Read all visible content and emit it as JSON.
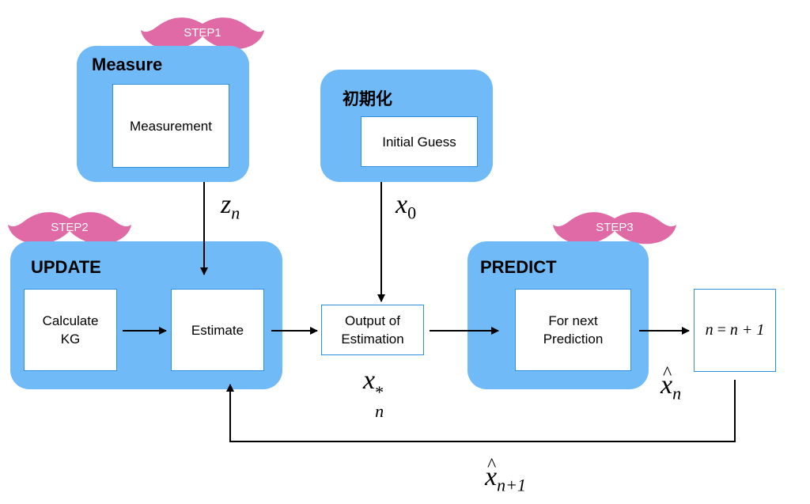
{
  "steps": {
    "step1": "STEP1",
    "step2": "STEP2",
    "step3": "STEP3"
  },
  "measure": {
    "title": "Measure",
    "box": "Measurement"
  },
  "init": {
    "title": "初期化",
    "box": "Initial Guess"
  },
  "update": {
    "title": "UPDATE",
    "calc": "Calculate\nKG",
    "estimate": "Estimate"
  },
  "output": {
    "box": "Output of\nEstimation"
  },
  "predict": {
    "title": "PREDICT",
    "box": "For next\nPrediction"
  },
  "counter": {
    "lhs": "n",
    "eq": "=",
    "rhs": "n + 1"
  },
  "symbols": {
    "z_base": "z",
    "z_sub": "n",
    "x0_base": "x",
    "x0_sub": "0",
    "xstar_base": "x",
    "xstar_sub": "n",
    "xstar_sup": "*",
    "xhat_base": "x",
    "xhat_sub": "n",
    "xhat_next_base": "x",
    "xhat_next_sub": "n+1"
  },
  "colors": {
    "panel": "#6fbaf7",
    "mustache": "#e06aa6",
    "box_border": "#2f8fe0"
  },
  "icons": [
    "mustache-icon",
    "arrow-right-icon",
    "arrow-down-icon",
    "arrow-up-icon"
  ]
}
